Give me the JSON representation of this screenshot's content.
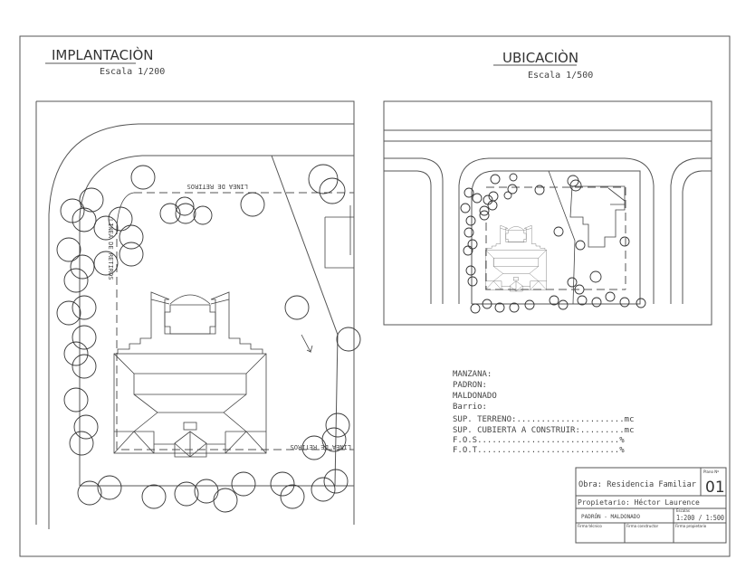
{
  "implantacion": {
    "title": "IMPLANTACIÒN",
    "scale": "Escala 1/200",
    "setback_label_top": "LINEA DE RETIROS",
    "setback_label_left": "LINEA DE RETIROS",
    "setback_label_bottom": "LINEA DE RETIROS"
  },
  "ubicacion": {
    "title": "UBICACIÒN",
    "scale": "Escala 1/500"
  },
  "info": {
    "manzana": "MANZANA:",
    "padron": "PADRON:",
    "departamento": "MALDONADO",
    "barrio": "Barrio:",
    "sup_terreno": "SUP. TERRENO:......................mc",
    "sup_cubierta": "SUP. CUBIERTA A CONSTRUIR:.........mc",
    "fos": "F.O.S.............................%",
    "fot": "F.O.T.............................%"
  },
  "title_block": {
    "obra": "Obra: Residencia Familiar",
    "plano_label": "Plano Nº",
    "plano_number": "01",
    "propietario": "Propietario: Héctor Laurence",
    "location": "PADRÓN - MALDONADO",
    "escalas_label": "Escalas",
    "escalas": "1:200 / 1:500",
    "firma_tecnico": "Firma técnico",
    "firma_constructor": "Firma constructor",
    "firma_propietario": "Firma propietario"
  }
}
